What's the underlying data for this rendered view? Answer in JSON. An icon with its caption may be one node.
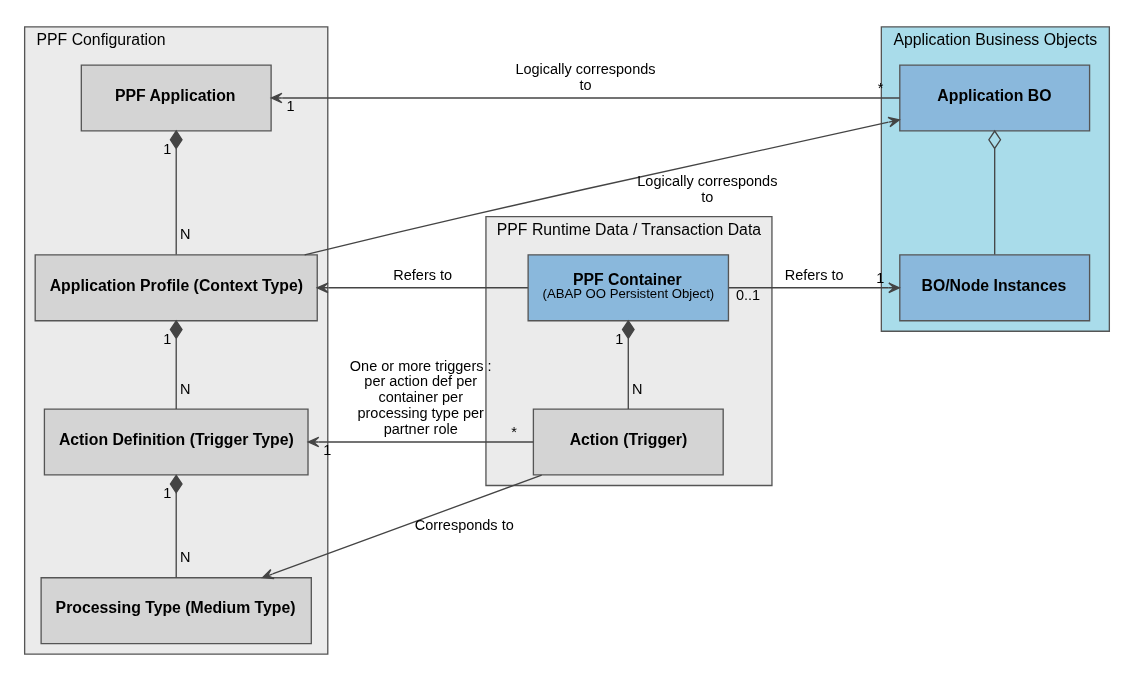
{
  "diagram": {
    "nodes": [
      {
        "text": [
          "PPF Configuration"
        ]
      },
      {
        "text": [
          "PPF Application"
        ],
        "in": 0
      },
      {
        "text": [
          "Application Profile (Context Type)"
        ],
        "in": 0
      },
      {
        "text": [
          "Action Definition (Trigger Type)"
        ],
        "in": 0
      },
      {
        "text": [
          "Processing Type (Medium Type)"
        ],
        "in": 0
      },
      {
        "text": [
          "PPF Runtime Data / Transaction Data"
        ]
      },
      {
        "text": [
          "PPF Container",
          "(ABAP OO Persistent Object)"
        ],
        "in": 5
      },
      {
        "text": [
          "Action (Trigger)"
        ],
        "in": 5
      },
      {
        "text": [
          "Application Business Objects"
        ]
      },
      {
        "text": [
          "Application BO"
        ],
        "in": 8
      },
      {
        "text": [
          "BO/Node Instances"
        ],
        "in": 8
      }
    ],
    "edges": [
      {
        "from": 9,
        "to": 1,
        "arrow": "to",
        "label": "Logically corresponds to"
      },
      {
        "from": 2,
        "to": 9,
        "arrow": "to",
        "label": "Logically corresponds to"
      },
      {
        "from": 6,
        "to": 2,
        "arrow": "to",
        "label": "Refers to"
      },
      {
        "from": 6,
        "to": 10,
        "arrow": "to",
        "label": "Refers to"
      },
      {
        "from": 7,
        "to": 3,
        "arrow": "to",
        "label": "One or more triggers : per action def per container per processing type per partner role"
      },
      {
        "from": 7,
        "to": 4,
        "arrow": "to",
        "label": "Corresponds to"
      },
      {
        "from": 1,
        "to": 2,
        "arrow": "other"
      },
      {
        "from": 2,
        "to": 3,
        "arrow": "other"
      },
      {
        "from": 3,
        "to": 4,
        "arrow": "other"
      },
      {
        "from": 6,
        "to": 7,
        "arrow": "other"
      },
      {
        "from": 9,
        "to": 10,
        "arrow": "other"
      }
    ],
    "labels": [
      "1",
      "*",
      "1",
      "N",
      "0..1",
      "1",
      "1",
      "1",
      "N",
      "N",
      "1",
      "*",
      "1",
      "N"
    ]
  }
}
